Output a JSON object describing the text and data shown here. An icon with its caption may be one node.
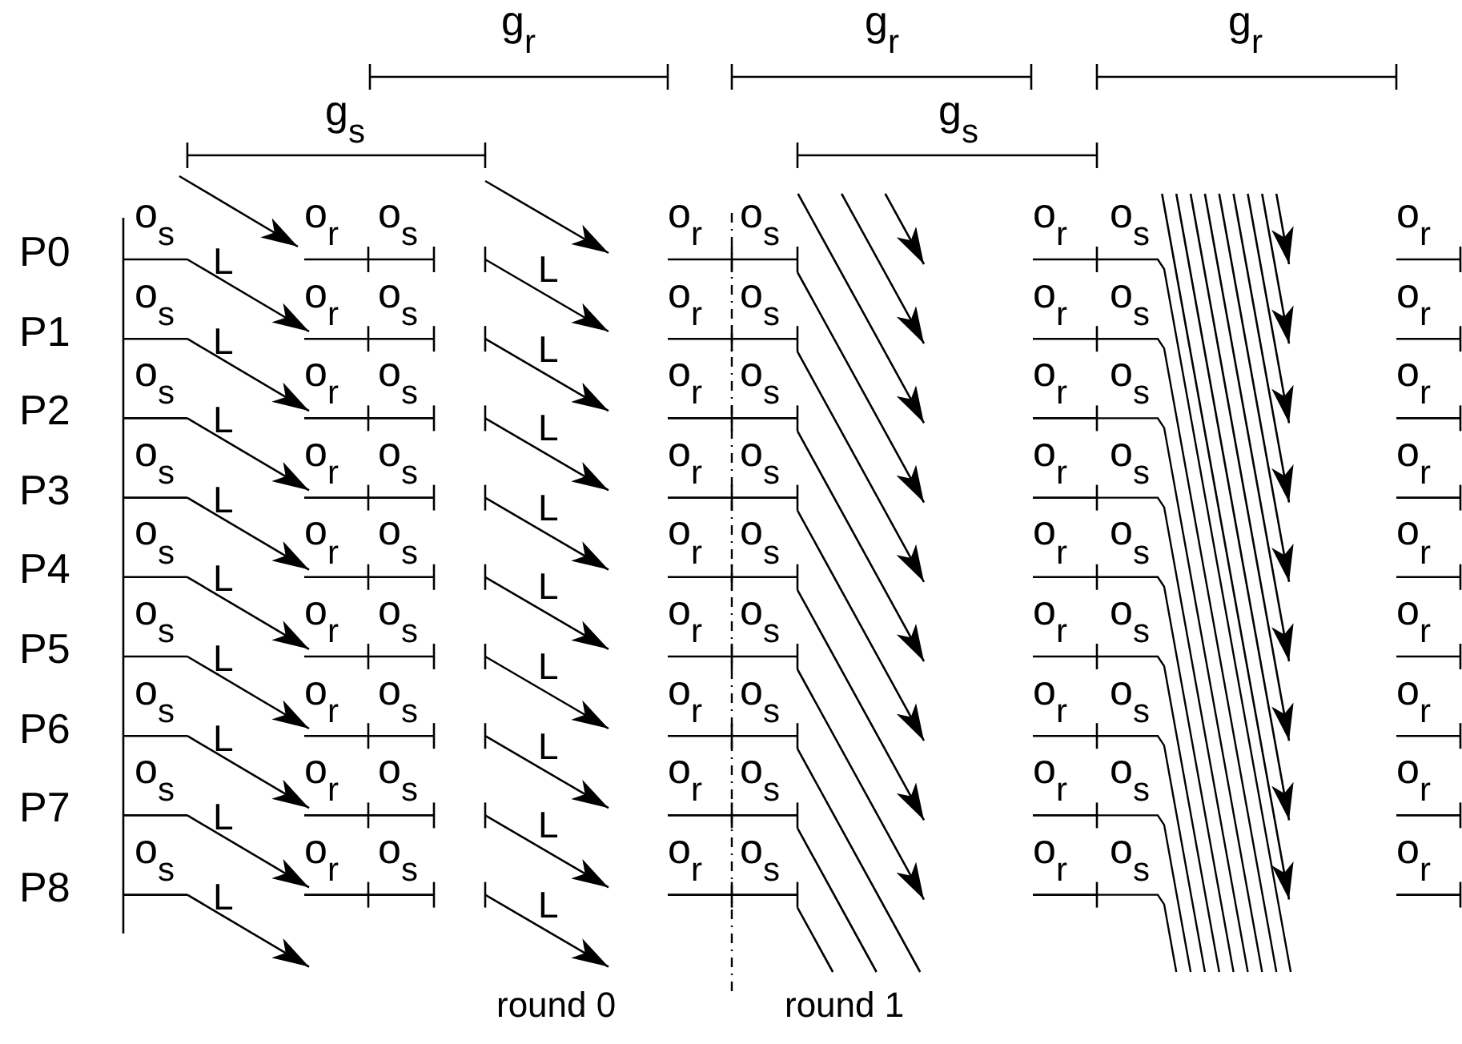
{
  "diagram": {
    "labels": [
      "g$_{r}$",
      "g$_{r}$",
      "g$_{r}$",
      "g$_{s}$",
      "g$_{s}$",
      "P0",
      "o$_{s}$",
      "L",
      "o$_{r}$",
      "o$_{s}$",
      "L",
      "o$_{r}$",
      "o$_{s}$",
      "o$_{r}$",
      "o$_{s}$",
      "o$_{r}$",
      "P1",
      "o$_{s}$",
      "L",
      "o$_{r}$",
      "o$_{s}$",
      "L",
      "o$_{r}$",
      "o$_{s}$",
      "o$_{r}$",
      "o$_{s}$",
      "o$_{r}$",
      "P2",
      "o$_{s}$",
      "L",
      "o$_{r}$",
      "o$_{s}$",
      "L",
      "o$_{r}$",
      "o$_{s}$",
      "o$_{r}$",
      "o$_{s}$",
      "o$_{r}$",
      "P3",
      "o$_{s}$",
      "L",
      "o$_{r}$",
      "o$_{s}$",
      "L",
      "o$_{r}$",
      "o$_{s}$",
      "o$_{r}$",
      "o$_{s}$",
      "o$_{r}$",
      "P4",
      "o$_{s}$",
      "L",
      "o$_{r}$",
      "o$_{s}$",
      "L",
      "o$_{r}$",
      "o$_{s}$",
      "o$_{r}$",
      "o$_{s}$",
      "o$_{r}$",
      "P5",
      "o$_{s}$",
      "L",
      "o$_{r}$",
      "o$_{s}$",
      "L",
      "o$_{r}$",
      "o$_{s}$",
      "o$_{r}$",
      "o$_{s}$",
      "o$_{r}$",
      "P6",
      "o$_{s}$",
      "L",
      "o$_{r}$",
      "o$_{s}$",
      "L",
      "o$_{r}$",
      "o$_{s}$",
      "o$_{r}$",
      "o$_{s}$",
      "o$_{r}$",
      "P7",
      "o$_{s}$",
      "L",
      "o$_{r}$",
      "o$_{s}$",
      "L",
      "o$_{r}$",
      "o$_{s}$",
      "o$_{r}$",
      "o$_{s}$",
      "o$_{r}$",
      "P8",
      "o$_{s}$",
      "L",
      "o$_{r}$",
      "o$_{s}$",
      "L",
      "o$_{r}$",
      "o$_{s}$",
      "o$_{r}$",
      "o$_{s}$",
      "o$_{r}$",
      "round 0",
      "round 1"
    ]
  }
}
